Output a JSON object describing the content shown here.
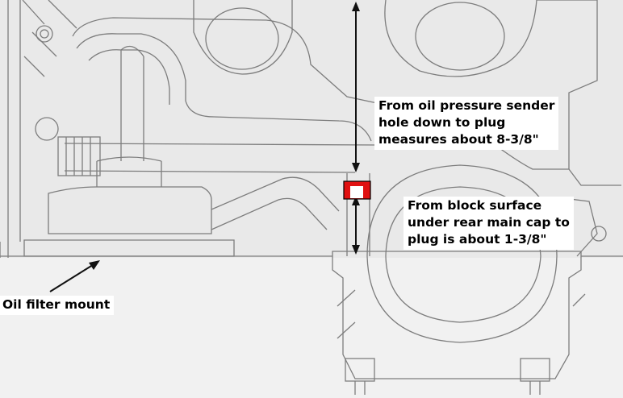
{
  "annotations": {
    "sender_to_plug": "From oil pressure sender\nhole down to plug\nmeasures about 8-3/8\"",
    "block_to_plug": "From block surface\nunder rear main cap to\nplug is about 1-3/8\"",
    "oil_filter_mount": "Oil filter mount"
  },
  "colors": {
    "paper": "#e9e9e9",
    "linework": "#7d7d7d",
    "arrow": "#111111",
    "plug_marker": "#e01010"
  }
}
